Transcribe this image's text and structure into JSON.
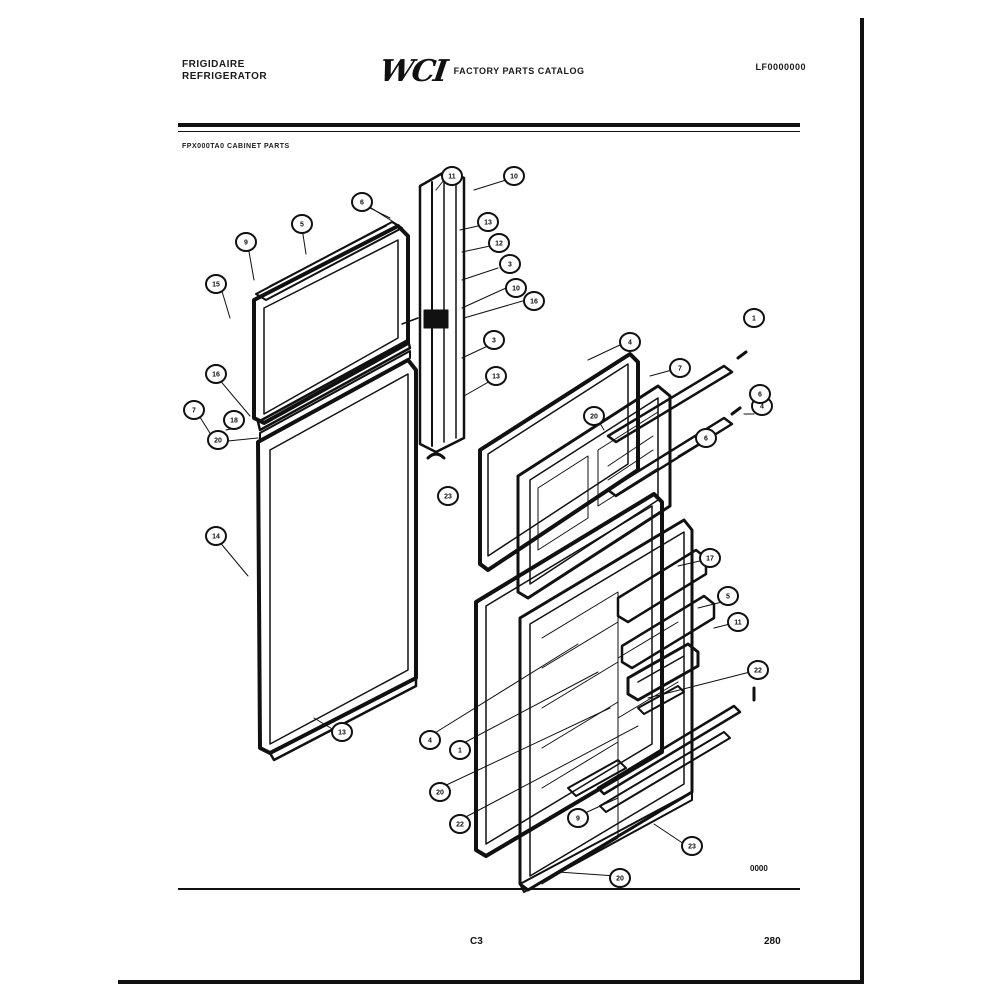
{
  "header": {
    "brand_line1": "FRIGIDAIRE",
    "brand_line2": "REFRIGERATOR",
    "logo_text": "WCI",
    "catalog_title": "FACTORY PARTS CATALOG",
    "model_code": "LF0000000"
  },
  "subtitle": "FPX000TA0 CABINET PARTS",
  "callouts": [
    "11",
    "10",
    "6",
    "13",
    "12",
    "3",
    "10",
    "16",
    "3",
    "13",
    "23",
    "9",
    "5",
    "15",
    "16",
    "7",
    "14",
    "13",
    "4",
    "7",
    "20",
    "6",
    "4",
    "6",
    "4",
    "1",
    "20",
    "22",
    "9",
    "17",
    "5",
    "11",
    "22",
    "23",
    "20",
    "18",
    "20",
    "1"
  ],
  "footer": {
    "figure_code": "0000",
    "page_label": "C3",
    "page_number": "280"
  }
}
